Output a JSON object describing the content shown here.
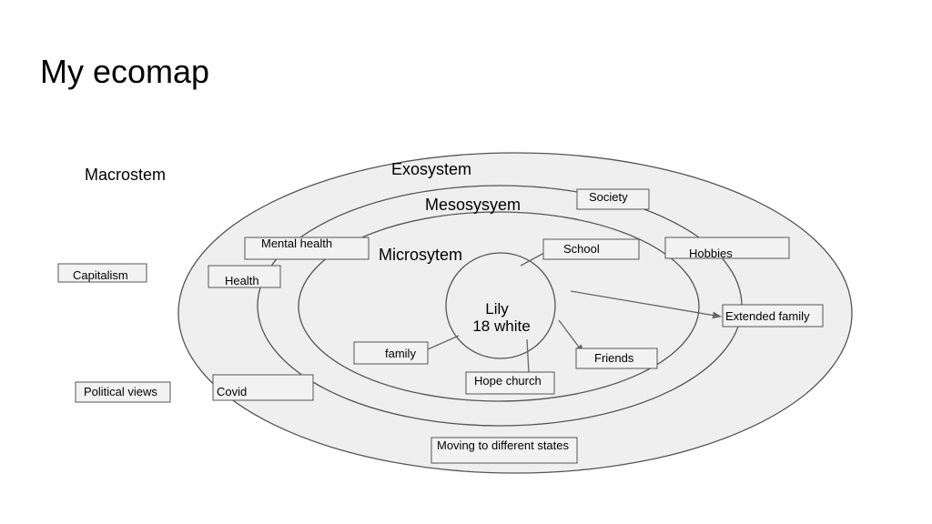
{
  "title": "My ecomap",
  "diagram": {
    "systems": {
      "macro": "Macrostem",
      "exo": "Exosystem",
      "meso": "Mesosysyem",
      "micro": "Microsytem"
    },
    "center": {
      "name": "Lily",
      "detail": "18 white"
    },
    "boxes": {
      "society": "Society",
      "hobbies": "Hobbies",
      "mental_health": "Mental health",
      "health": "Health",
      "school": "School",
      "extended_family": "Extended family",
      "family": "family",
      "friends": "Friends",
      "hope_church": "Hope church",
      "covid": "Covid",
      "moving": "Moving to different states",
      "capitalism": "Capitalism",
      "political_views": "Political views"
    }
  }
}
